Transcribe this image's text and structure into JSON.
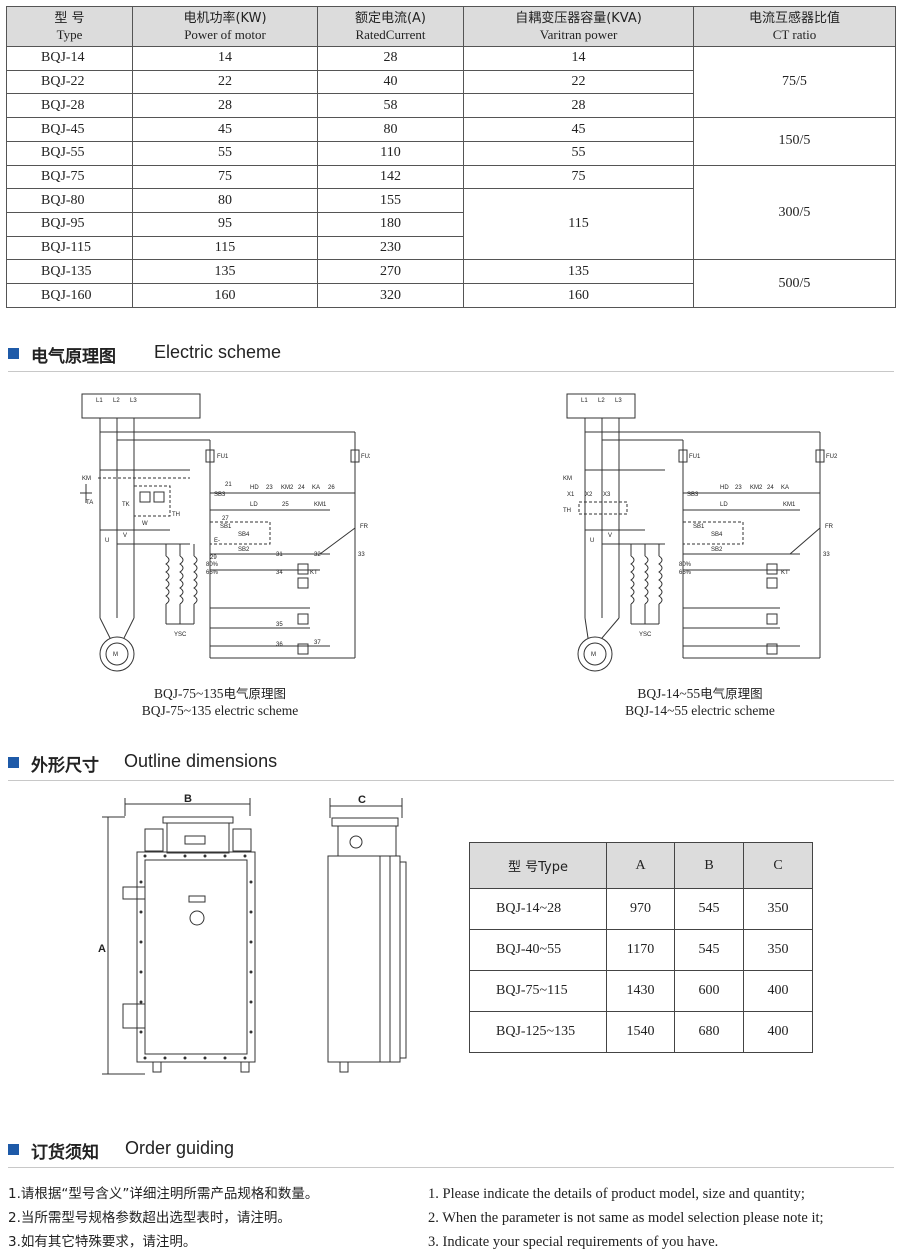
{
  "spec_table": {
    "headers": [
      {
        "cn": "型 号",
        "en": "Type"
      },
      {
        "cn": "电机功率(KW)",
        "en": "Power of motor"
      },
      {
        "cn": "额定电流(A)",
        "en": "RatedCurrent"
      },
      {
        "cn": "自耦变压器容量(KVA)",
        "en": "Varitran power"
      },
      {
        "cn": "电流互感器比值",
        "en": "CT ratio"
      }
    ],
    "rows": [
      {
        "type": "BQJ-14",
        "power": "14",
        "current": "28"
      },
      {
        "type": "BQJ-22",
        "power": "22",
        "current": "40"
      },
      {
        "type": "BQJ-28",
        "power": "28",
        "current": "58"
      },
      {
        "type": "BQJ-45",
        "power": "45",
        "current": "80"
      },
      {
        "type": "BQJ-55",
        "power": "55",
        "current": "110"
      },
      {
        "type": "BQJ-75",
        "power": "75",
        "current": "142"
      },
      {
        "type": "BQJ-80",
        "power": "80",
        "current": "155"
      },
      {
        "type": "BQJ-95",
        "power": "95",
        "current": "180"
      },
      {
        "type": "BQJ-115",
        "power": "115",
        "current": "230"
      },
      {
        "type": "BQJ-135",
        "power": "135",
        "current": "270"
      },
      {
        "type": "BQJ-160",
        "power": "160",
        "current": "320"
      }
    ],
    "varitran": [
      "14",
      "22",
      "28",
      "45",
      "55",
      "75",
      "115",
      "135",
      "160"
    ],
    "ct_ratio": [
      "75/5",
      "150/5",
      "300/5",
      "500/5"
    ]
  },
  "section_scheme": {
    "cn": "电气原理图",
    "en": "Electric scheme"
  },
  "scheme_left": {
    "caption_cn": "BQJ-75~135",
    "caption_cn_suffix": "电气原理图",
    "caption_en": "BQJ-75~135 electric scheme",
    "labels": {
      "l1": "L1",
      "l2": "L2",
      "l3": "L3",
      "fu1": "FU1",
      "fu2": "FU2",
      "km": "KM",
      "ta": "TA",
      "tk": "TK",
      "th": "TH",
      "w": "W",
      "u": "U",
      "v": "V",
      "m": "M",
      "ysc": "YSC",
      "sb3": "SB3",
      "hd": "HD",
      "km2": "KM2",
      "ka": "KA",
      "ld": "LD",
      "km1": "KM1",
      "fr": "FR",
      "sb1": "SB1",
      "sb4": "SB4",
      "sb2": "SB2",
      "kt": "KT",
      "n21": "21",
      "n23": "23",
      "n24": "24",
      "n25": "25",
      "n26": "26",
      "n27": "27",
      "n29": "29",
      "n31": "31",
      "n32": "32",
      "n33": "33",
      "n34": "34",
      "n35": "35",
      "n36": "36",
      "n37": "37",
      "p80": "80%",
      "p65": "65%",
      "e": "E-"
    }
  },
  "scheme_right": {
    "caption_cn": "BQJ-14~55",
    "caption_cn_suffix": "电气原理图",
    "caption_en": "BQJ-14~55 electric scheme",
    "labels": {
      "x1": "X1",
      "x2": "X2",
      "x3": "X3"
    }
  },
  "section_outline": {
    "cn": "外形尺寸",
    "en": "Outline  dimensions"
  },
  "outline": {
    "dim_a": "A",
    "dim_b": "B",
    "dim_c": "C"
  },
  "dim_table": {
    "headers": {
      "type": "型 号Type",
      "a": "A",
      "b": "B",
      "c": "C"
    },
    "rows": [
      {
        "type": "BQJ-14~28",
        "a": "970",
        "b": "545",
        "c": "350"
      },
      {
        "type": "BQJ-40~55",
        "a": "1170",
        "b": "545",
        "c": "350"
      },
      {
        "type": "BQJ-75~115",
        "a": "1430",
        "b": "600",
        "c": "400"
      },
      {
        "type": "BQJ-125~135",
        "a": "1540",
        "b": "680",
        "c": "400"
      }
    ]
  },
  "section_order": {
    "cn": "订货须知",
    "en": "Order guiding"
  },
  "order": {
    "cn": [
      "1.请根据“型号含义”详细注明所需产品规格和数量。",
      "2.当所需型号规格参数超出选型表时，请注明。",
      "3.如有其它特殊要求，请注明。"
    ],
    "en": [
      "1. Please indicate the details of product model, size and quantity;",
      "2. When the parameter is not same as model selection please note it;",
      "3. Indicate your special requirements of you have."
    ]
  }
}
